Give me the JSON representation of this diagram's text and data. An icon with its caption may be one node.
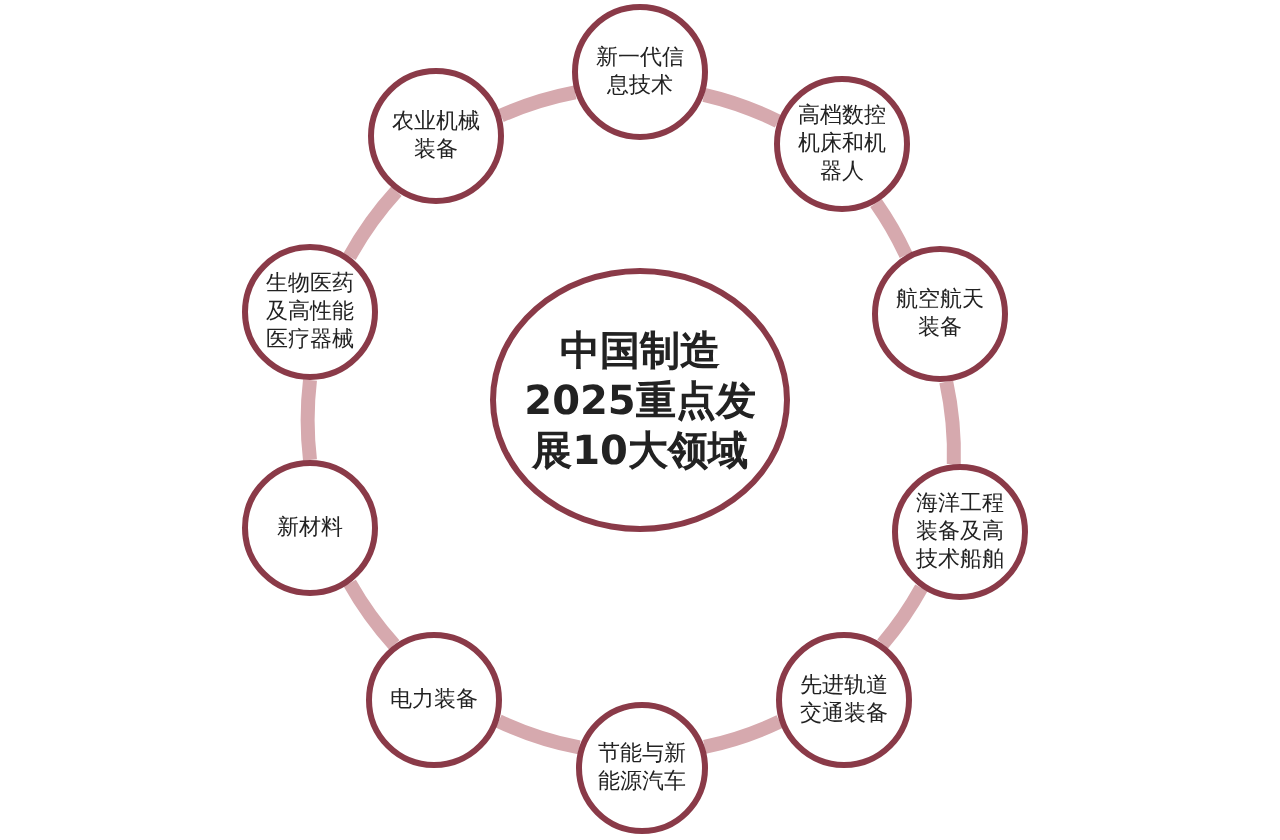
{
  "diagram": {
    "nodes": [
      {
        "text": [
          "中国制造2025重点发展10大领域"
        ]
      },
      {
        "text": [
          "新一代信息技术"
        ]
      },
      {
        "text": [
          "高档数控机床和机器人"
        ]
      },
      {
        "text": [
          "航空航天装备"
        ]
      },
      {
        "text": [
          "海洋工程装备及高技术船舶"
        ]
      },
      {
        "text": [
          "先进轨道交通装备"
        ]
      },
      {
        "text": [
          "节能与新能源汽车"
        ]
      },
      {
        "text": [
          "电力装备"
        ]
      },
      {
        "text": [
          "新材料"
        ]
      },
      {
        "text": [
          "生物医药及高性能医疗器械"
        ]
      },
      {
        "text": [
          "农业机械装备"
        ]
      }
    ],
    "edges": [
      {
        "from": 1,
        "to": 2,
        "arrow": "none"
      },
      {
        "from": 2,
        "to": 3,
        "arrow": "none"
      },
      {
        "from": 3,
        "to": 4,
        "arrow": "none"
      },
      {
        "from": 4,
        "to": 5,
        "arrow": "none"
      },
      {
        "from": 5,
        "to": 6,
        "arrow": "none"
      },
      {
        "from": 6,
        "to": 7,
        "arrow": "none"
      },
      {
        "from": 7,
        "to": 8,
        "arrow": "none"
      },
      {
        "from": 8,
        "to": 9,
        "arrow": "none"
      },
      {
        "from": 9,
        "to": 10,
        "arrow": "none"
      },
      {
        "from": 10,
        "to": 1,
        "arrow": "none"
      }
    ]
  }
}
